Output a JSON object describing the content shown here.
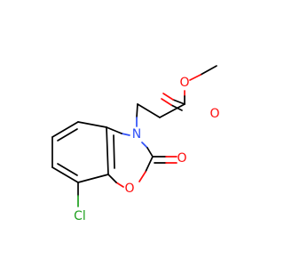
{
  "colors": {
    "carbon_bond": "#000000",
    "oxygen": "#ff0d0d",
    "nitrogen": "#3050f8",
    "chlorine": "#1fa01f",
    "background": "#ffffff"
  },
  "atoms": {
    "o_ester_carbonyl": "O",
    "o_ester_ether": "O",
    "n_ring": "N",
    "o_lactone_carbonyl": "O",
    "o_ring": "O",
    "cl": "Cl"
  }
}
